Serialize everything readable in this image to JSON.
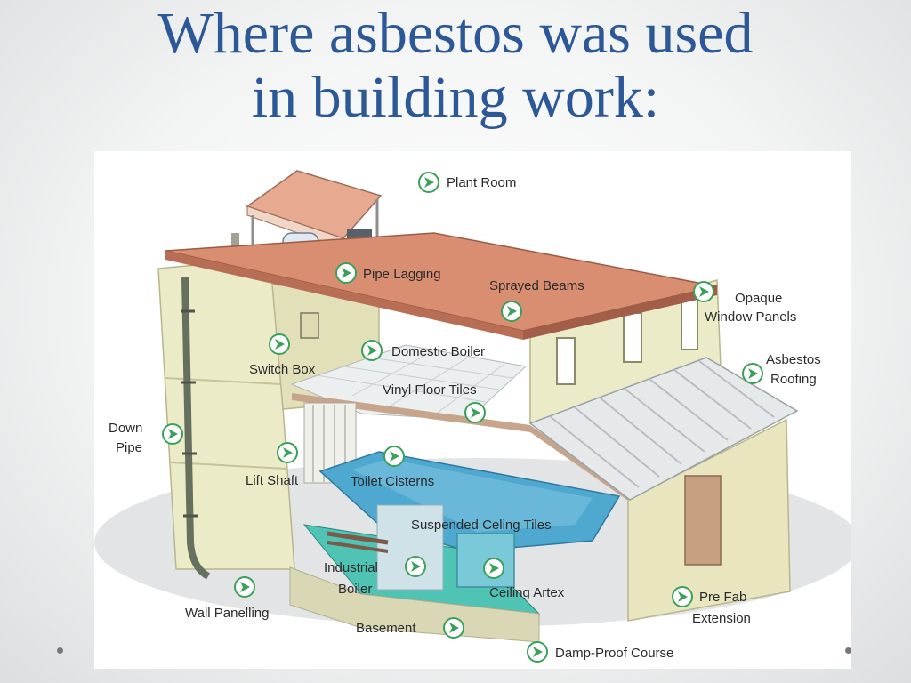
{
  "slide": {
    "title_line1": "Where asbestos was used",
    "title_line2": "in building work:"
  },
  "labels": {
    "plant_room": "Plant Room",
    "pipe_lagging": "Pipe Lagging",
    "sprayed_beams": "Sprayed Beams",
    "opaque_window_1": "Opaque",
    "opaque_window_2": "Window Panels",
    "domestic_boiler": "Domestic Boiler",
    "switch_box": "Switch Box",
    "asbestos_roofing_1": "Asbestos",
    "asbestos_roofing_2": "Roofing",
    "vinyl_floor_tiles": "Vinyl Floor Tiles",
    "down_pipe_1": "Down",
    "down_pipe_2": "Pipe",
    "lift_shaft": "Lift Shaft",
    "toilet_cisterns": "Toilet Cisterns",
    "suspended_ceiling_tiles": "Suspended Celing Tiles",
    "industrial_boiler_1": "Industrial",
    "industrial_boiler_2": "Boiler",
    "ceiling_artex": "Ceiling Artex",
    "pre_fab_1": "Pre Fab",
    "pre_fab_2": "Extension",
    "wall_panelling": "Wall Panelling",
    "basement": "Basement",
    "damp_proof_course": "Damp-Proof Course"
  },
  "colors": {
    "title": "#2d5897",
    "marker": "#3aa05a",
    "roof": "#d98e72",
    "wall": "#ecebc8",
    "water": "#4fa8cf",
    "basement": "#4fc3b4"
  },
  "icons": [
    "arrow-marker-icon"
  ]
}
